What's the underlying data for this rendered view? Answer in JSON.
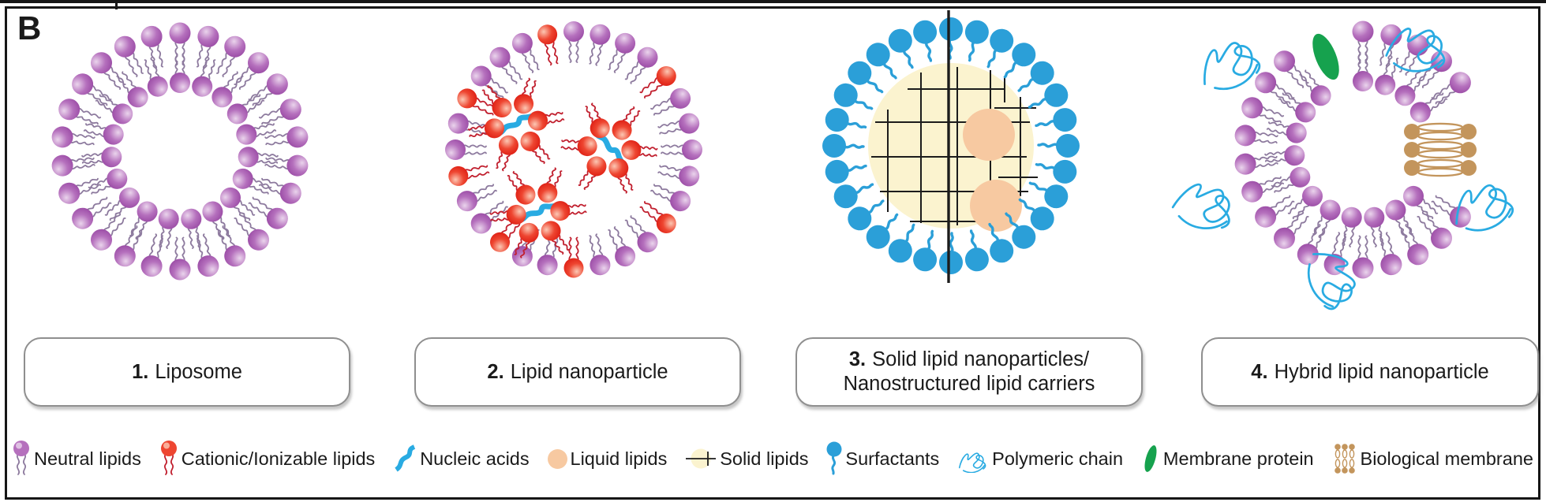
{
  "panel_label": "B",
  "captions": [
    {
      "num": "1.",
      "name": "Liposome"
    },
    {
      "num": "2.",
      "name": "Lipid nanoparticle"
    },
    {
      "num": "3.",
      "name": "Solid lipid nanoparticles/\nNanostructured lipid carriers"
    },
    {
      "num": "4.",
      "name": "Hybrid lipid nanoparticle"
    }
  ],
  "legend": [
    {
      "icon": "neutral-lipid-icon",
      "label": "Neutral lipids"
    },
    {
      "icon": "cationic-lipid-icon",
      "label": "Cationic/Ionizable lipids"
    },
    {
      "icon": "nucleic-acid-icon",
      "label": "Nucleic acids"
    },
    {
      "icon": "liquid-lipid-icon",
      "label": "Liquid lipids"
    },
    {
      "icon": "solid-lipid-icon",
      "label": "Solid lipids"
    },
    {
      "icon": "surfactant-icon",
      "label": "Surfactants"
    },
    {
      "icon": "polymer-chain-icon",
      "label": "Polymeric chain"
    },
    {
      "icon": "membrane-protein-icon",
      "label": "Membrane protein"
    },
    {
      "icon": "biological-membrane-icon",
      "label": "Biological membrane"
    }
  ],
  "colors": {
    "neutral_head": "#b570bd",
    "neutral_head_light": "#ead4ec",
    "neutral_head_dark": "#9a4ba5",
    "neutral_tail": "#8d7a9e",
    "cationic_head": "#ee4631",
    "cationic_head_light": "#fcc7b3",
    "cationic_head_dark": "#dd1c12",
    "cationic_tail": "#c1202f",
    "nucleic": "#29abe2",
    "polymer": "#29abe2",
    "surfactant": "#2b9fd8",
    "liquid": "#f7c9a1",
    "solid_fill": "#fbf3cf",
    "protein": "#16a24e",
    "membrane": "#c3955c",
    "grid": "#1c1c1c",
    "frame": "#161616",
    "caption_border": "#8f8f8f"
  }
}
